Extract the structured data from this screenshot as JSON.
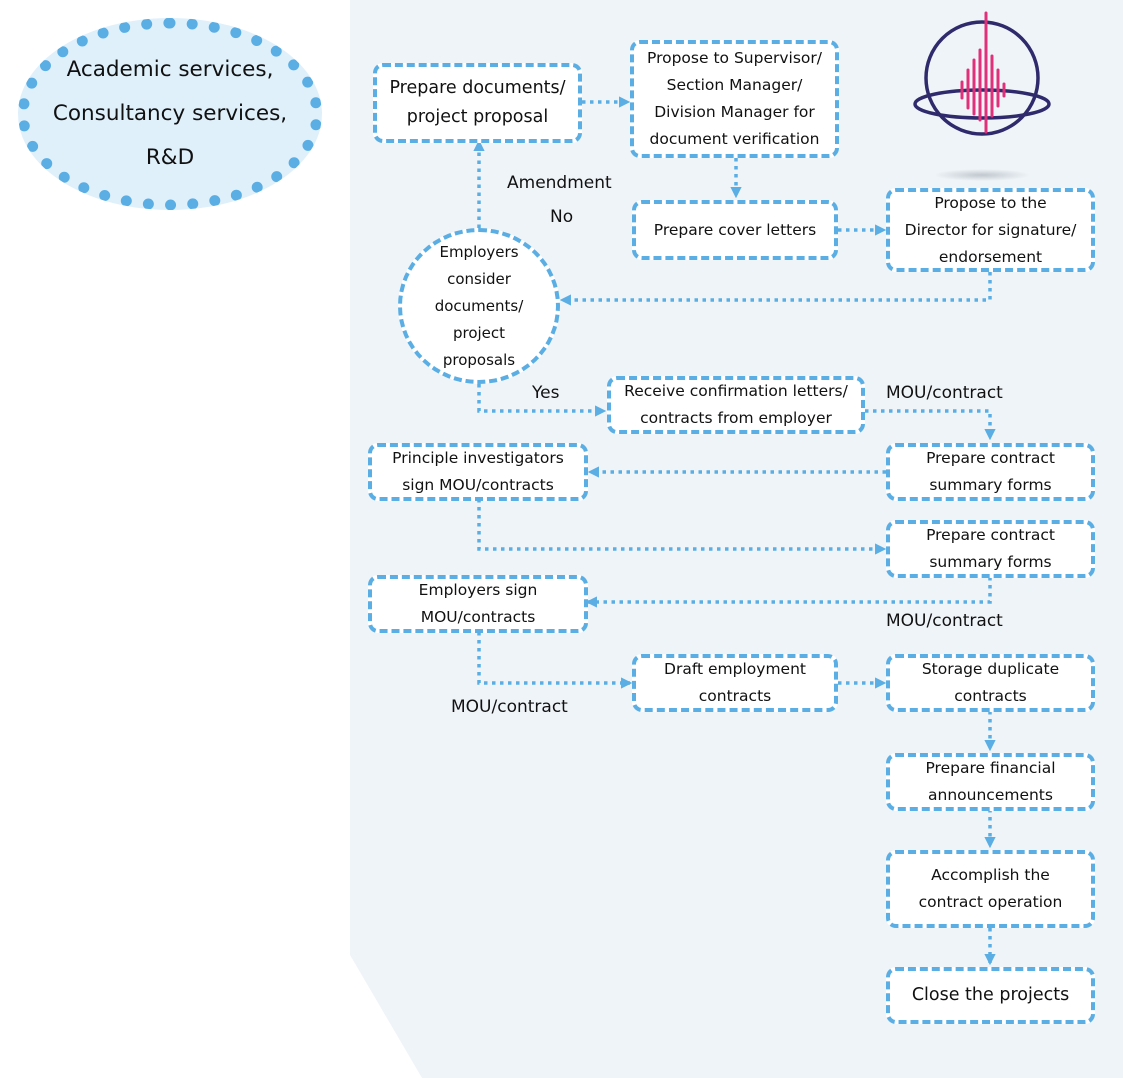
{
  "start": {
    "lines": [
      "Academic services,",
      "Consultancy services,",
      "R&D"
    ]
  },
  "steps": {
    "prepare_documents": [
      "Prepare documents/",
      "project proposal"
    ],
    "propose_supervisor": [
      "Propose to Supervisor/",
      "Section Manager/",
      "Division Manager for",
      "document verification"
    ],
    "prepare_cover_letters": [
      "Prepare cover letters"
    ],
    "propose_director": [
      "Propose to the",
      "Director for signature/",
      "endorsement"
    ],
    "employers_consider": [
      "Employers",
      "consider",
      "documents/",
      "project",
      "proposals"
    ],
    "receive_confirmation": [
      "Receive confirmation letters/",
      "contracts from employer"
    ],
    "prepare_summary_1": [
      "Prepare contract",
      "summary forms"
    ],
    "pi_sign": [
      "Principle investigators",
      "sign MOU/contracts"
    ],
    "prepare_summary_2": [
      "Prepare contract",
      "summary forms"
    ],
    "employers_sign": [
      "Employers sign",
      "MOU/contracts"
    ],
    "draft_employment": [
      "Draft employment",
      "contracts"
    ],
    "storage_duplicate": [
      "Storage duplicate",
      "contracts"
    ],
    "prepare_financial": [
      "Prepare financial",
      "announcements"
    ],
    "accomplish": [
      "Accomplish the",
      "contract operation"
    ],
    "close": [
      "Close the projects"
    ]
  },
  "labels": {
    "amendment": "Amendment",
    "no": "No",
    "yes": "Yes",
    "mou_contract_1": "MOU/contract",
    "mou_contract_2": "MOU/contract",
    "mou_contract_3": "MOU/contract"
  },
  "colors": {
    "accent": "#5aaee3",
    "panel": "#eff4f8",
    "oval_fill": "#dff0fb",
    "logo_ring": "#2e2a6b",
    "logo_bars": "#e0307a"
  },
  "icons": {
    "logo": "wave-globe-logo"
  }
}
